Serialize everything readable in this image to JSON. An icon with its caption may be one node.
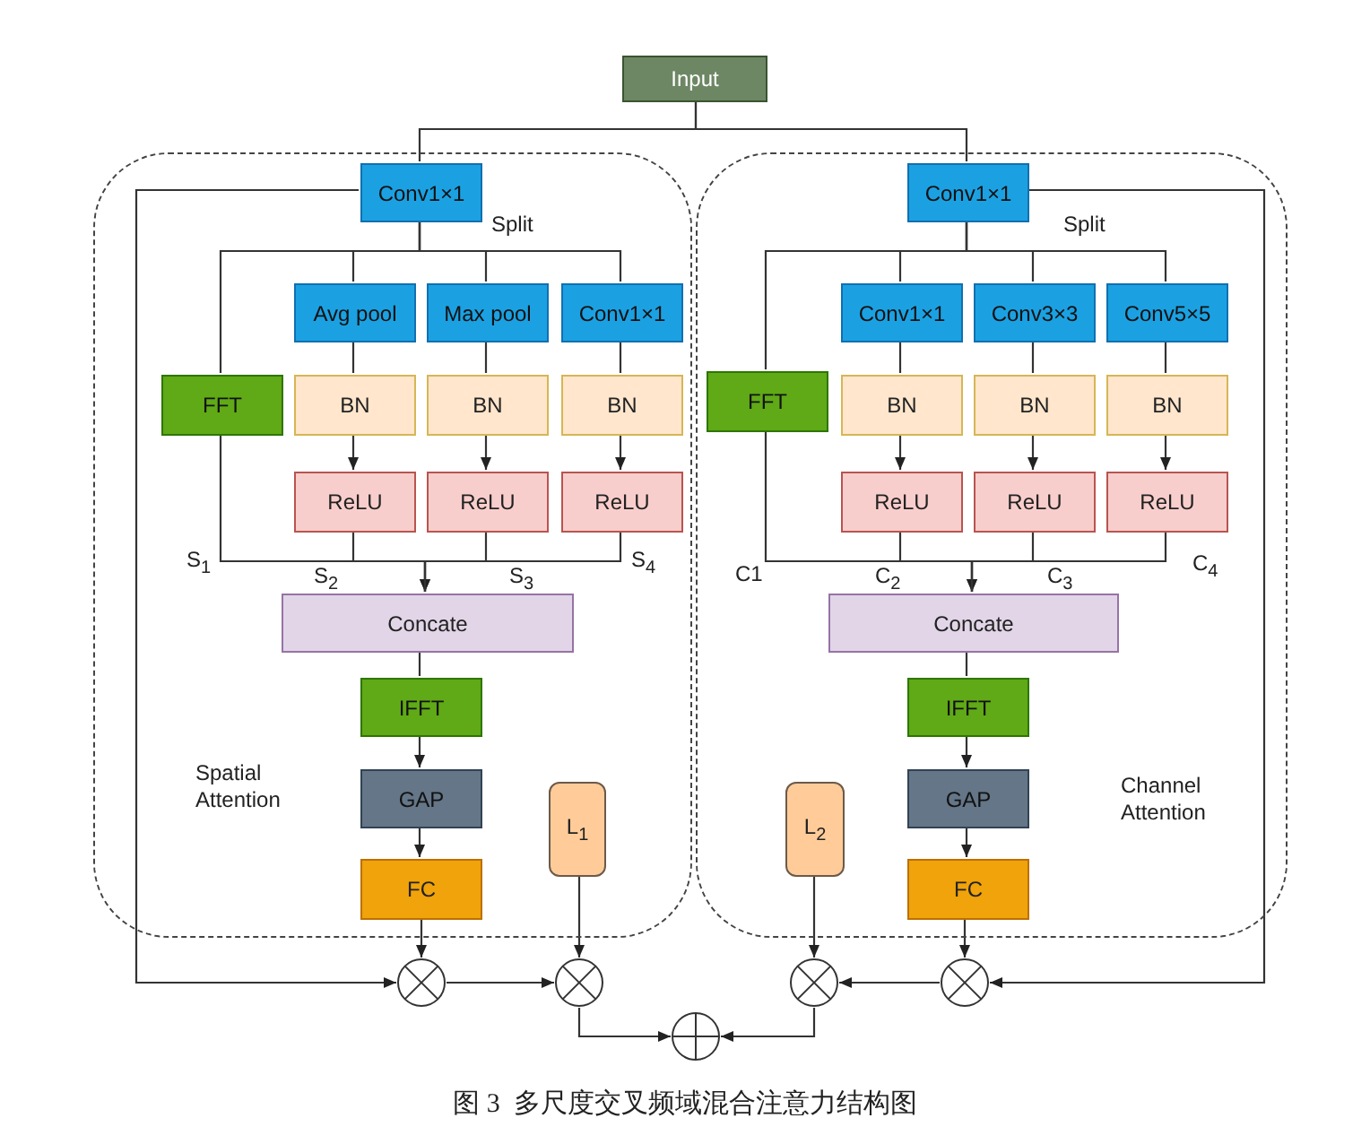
{
  "diagram": {
    "caption": "图 3  多尺度交叉频域混合注意力结构图",
    "nodes": [
      {
        "text": [
          "Input"
        ]
      },
      {
        "text": [
          "Spatial Attention"
        ]
      },
      {
        "text": [
          "Conv1×1"
        ],
        "in": 1
      },
      {
        "text": [
          "Avg pool"
        ],
        "in": 1
      },
      {
        "text": [
          "Max pool"
        ],
        "in": 1
      },
      {
        "text": [
          "Conv1×1"
        ],
        "in": 1
      },
      {
        "text": [
          "FFT"
        ],
        "in": 1
      },
      {
        "text": [
          "BN"
        ],
        "in": 1
      },
      {
        "text": [
          "BN"
        ],
        "in": 1
      },
      {
        "text": [
          "BN"
        ],
        "in": 1
      },
      {
        "text": [
          "ReLU"
        ],
        "in": 1
      },
      {
        "text": [
          "ReLU"
        ],
        "in": 1
      },
      {
        "text": [
          "ReLU"
        ],
        "in": 1
      },
      {
        "text": [
          "Concate"
        ],
        "in": 1
      },
      {
        "text": [
          "IFFT"
        ],
        "in": 1
      },
      {
        "text": [
          "GAP"
        ],
        "in": 1
      },
      {
        "text": [
          "FC"
        ],
        "in": 1
      },
      {
        "text": [
          "L$_{1}$"
        ],
        "in": 1
      },
      {
        "text": [
          "Channel Attention"
        ]
      },
      {
        "text": [
          "Conv1×1"
        ],
        "in": 18
      },
      {
        "text": [
          "Conv1×1"
        ],
        "in": 18
      },
      {
        "text": [
          "Conv3×3"
        ],
        "in": 18
      },
      {
        "text": [
          "Conv5×5"
        ],
        "in": 18
      },
      {
        "text": [
          "FFT"
        ],
        "in": 18
      },
      {
        "text": [
          "BN"
        ],
        "in": 18
      },
      {
        "text": [
          "BN"
        ],
        "in": 18
      },
      {
        "text": [
          "BN"
        ],
        "in": 18
      },
      {
        "text": [
          "ReLU"
        ],
        "in": 18
      },
      {
        "text": [
          "ReLU"
        ],
        "in": 18
      },
      {
        "text": [
          "ReLU"
        ],
        "in": 18
      },
      {
        "text": [
          "Concate"
        ],
        "in": 18
      },
      {
        "text": [
          "IFFT"
        ],
        "in": 18
      },
      {
        "text": [
          "GAP"
        ],
        "in": 18
      },
      {
        "text": [
          "FC"
        ],
        "in": 18
      },
      {
        "text": [
          "L$_{2}$"
        ],
        "in": 18
      },
      {
        "text": [],
        "shape": "circle"
      },
      {
        "text": [],
        "shape": "circle"
      },
      {
        "text": [],
        "shape": "circle"
      },
      {
        "text": [],
        "shape": "circle"
      },
      {
        "text": [],
        "shape": "circle"
      }
    ],
    "edges": [
      {
        "from": 0,
        "to": 2,
        "arrow": "none"
      },
      {
        "from": 0,
        "to": 19,
        "arrow": "none"
      },
      {
        "from": 2,
        "to": 6,
        "arrow": "none"
      },
      {
        "from": 2,
        "to": 3,
        "arrow": "none"
      },
      {
        "from": 2,
        "to": 4,
        "arrow": "none"
      },
      {
        "from": 2,
        "to": 5,
        "arrow": "none"
      },
      {
        "from": 3,
        "to": 7,
        "arrow": "none"
      },
      {
        "from": 4,
        "to": 8,
        "arrow": "none"
      },
      {
        "from": 5,
        "to": 9,
        "arrow": "none"
      },
      {
        "from": 7,
        "to": 10,
        "arrow": "to"
      },
      {
        "from": 8,
        "to": 11,
        "arrow": "to"
      },
      {
        "from": 9,
        "to": 12,
        "arrow": "to"
      },
      {
        "from": 6,
        "to": 13,
        "arrow": "none"
      },
      {
        "from": 10,
        "to": 13,
        "arrow": "to"
      },
      {
        "from": 11,
        "to": 13,
        "arrow": "to"
      },
      {
        "from": 12,
        "to": 13,
        "arrow": "none"
      },
      {
        "from": 13,
        "to": 14,
        "arrow": "none"
      },
      {
        "from": 14,
        "to": 15,
        "arrow": "to"
      },
      {
        "from": 15,
        "to": 16,
        "arrow": "to"
      },
      {
        "from": 16,
        "to": 35,
        "arrow": "to"
      },
      {
        "from": 2,
        "to": 35,
        "arrow": "to"
      },
      {
        "from": 35,
        "to": 36,
        "arrow": "to"
      },
      {
        "from": 17,
        "to": 36,
        "arrow": "to"
      },
      {
        "from": 36,
        "to": 39,
        "arrow": "to"
      },
      {
        "from": 19,
        "to": 23,
        "arrow": "none"
      },
      {
        "from": 19,
        "to": 20,
        "arrow": "none"
      },
      {
        "from": 19,
        "to": 21,
        "arrow": "none"
      },
      {
        "from": 19,
        "to": 22,
        "arrow": "none"
      },
      {
        "from": 20,
        "to": 24,
        "arrow": "none"
      },
      {
        "from": 21,
        "to": 25,
        "arrow": "none"
      },
      {
        "from": 22,
        "to": 26,
        "arrow": "none"
      },
      {
        "from": 24,
        "to": 27,
        "arrow": "to"
      },
      {
        "from": 25,
        "to": 28,
        "arrow": "to"
      },
      {
        "from": 26,
        "to": 29,
        "arrow": "to"
      },
      {
        "from": 23,
        "to": 30,
        "arrow": "none"
      },
      {
        "from": 27,
        "to": 30,
        "arrow": "to"
      },
      {
        "from": 28,
        "to": 30,
        "arrow": "to"
      },
      {
        "from": 29,
        "to": 30,
        "arrow": "none"
      },
      {
        "from": 30,
        "to": 31,
        "arrow": "none"
      },
      {
        "from": 31,
        "to": 32,
        "arrow": "to"
      },
      {
        "from": 32,
        "to": 33,
        "arrow": "to"
      },
      {
        "from": 33,
        "to": 38,
        "arrow": "to"
      },
      {
        "from": 19,
        "to": 38,
        "arrow": "to"
      },
      {
        "from": 38,
        "to": 37,
        "arrow": "to"
      },
      {
        "from": 34,
        "to": 37,
        "arrow": "to"
      },
      {
        "from": 37,
        "to": 39,
        "arrow": "to"
      }
    ],
    "labels": [
      "Split",
      "S$_{1}$",
      "S$_{2}$",
      "S$_{3}$",
      "S$_{4}$",
      "Split",
      "C1",
      "C$_{2}$",
      "C$_{3}$",
      "C$_{4}$"
    ]
  }
}
